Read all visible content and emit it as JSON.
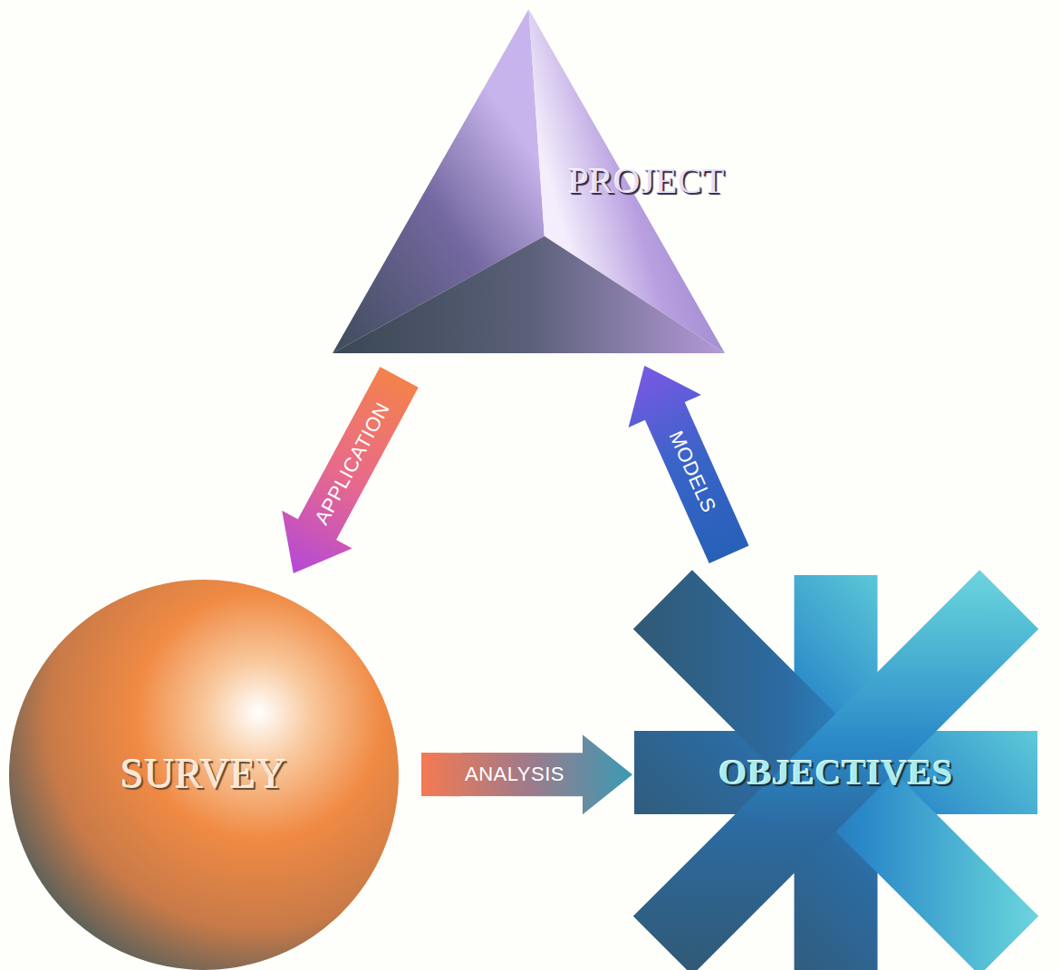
{
  "diagram": {
    "nodes": [
      {
        "text": [
          "PROJECT"
        ]
      },
      {
        "text": [
          "SURVEY"
        ]
      },
      {
        "text": [
          "OBJECTIVES"
        ]
      }
    ],
    "edges": [
      {
        "from": 0,
        "to": 1,
        "arrow": "to",
        "label": "APPLICATION"
      },
      {
        "from": 1,
        "to": 2,
        "arrow": "to",
        "label": "ANALYSIS"
      },
      {
        "from": 2,
        "to": 0,
        "arrow": "to",
        "label": "MODELS"
      }
    ]
  }
}
